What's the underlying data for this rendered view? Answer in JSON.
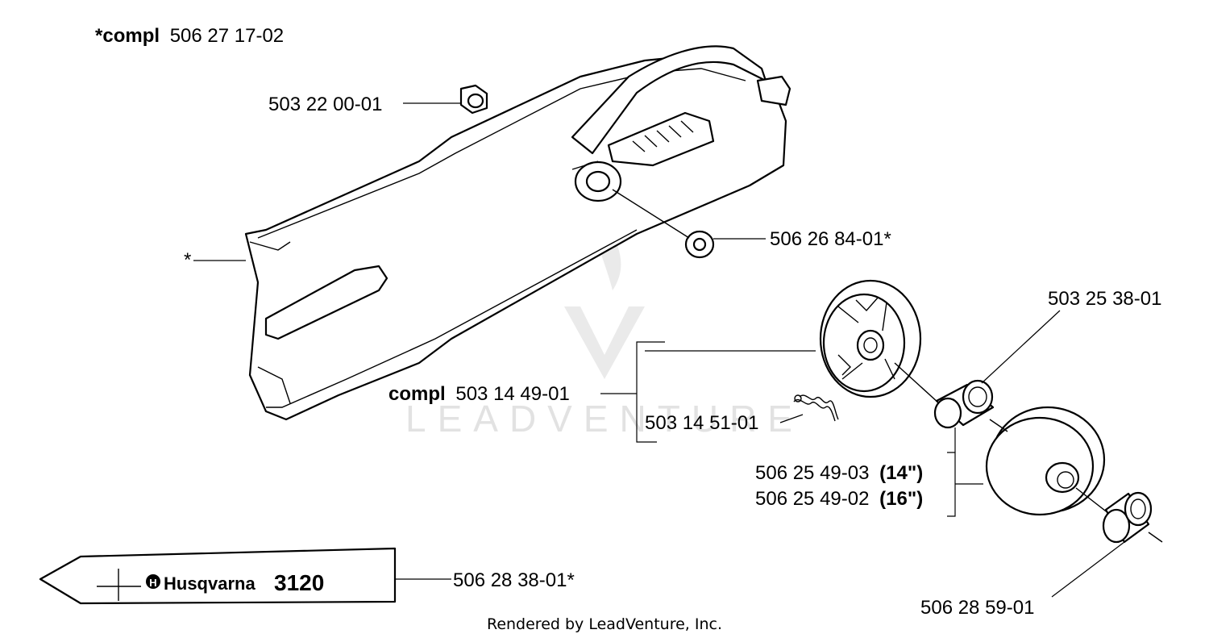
{
  "assembly_label": {
    "prefix": "*compl",
    "number": "506 27 17-02"
  },
  "parts": {
    "nut": "503 22 00-01",
    "washer": "506 26 84-01*",
    "cover_marker": "*",
    "bearing": "503 25 38-01",
    "clutch_prefix": "compl",
    "clutch_number": "503 14 49-01",
    "spring": "503 14 51-01",
    "drum_14_number": "506 25 49-03",
    "drum_14_size": "(14\")",
    "drum_16_number": "506 25 49-02",
    "drum_16_size": "(16\")",
    "decal": "506 28 38-01*",
    "cap": "506 28 59-01"
  },
  "decal_text": {
    "brand": "Husqvarna",
    "model": "3120"
  },
  "watermark": {
    "text": "LEADVENTURE"
  },
  "footer": "Rendered by LeadVenture, Inc."
}
